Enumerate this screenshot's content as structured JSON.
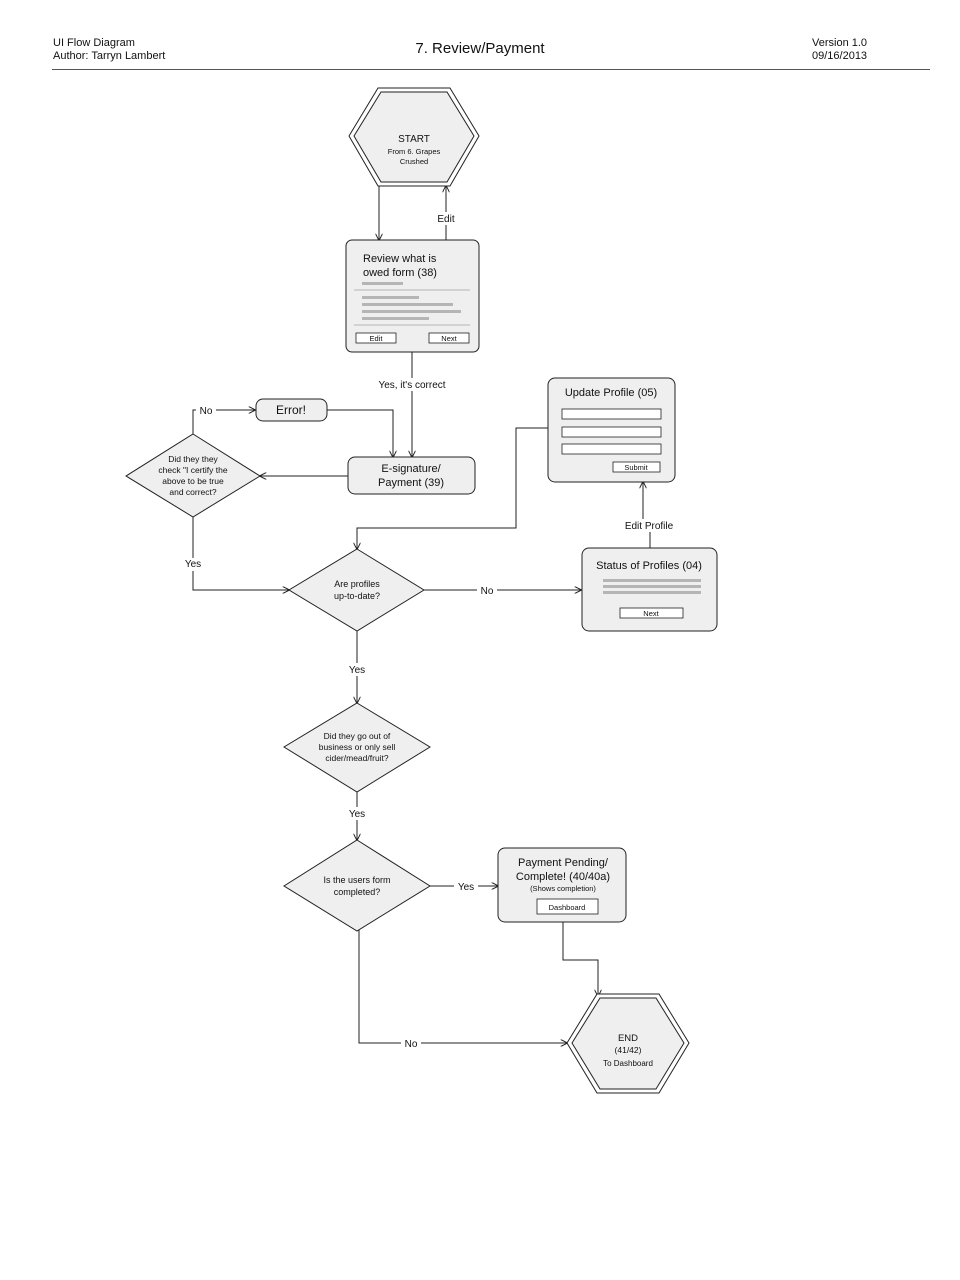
{
  "header": {
    "left_line1": "UI Flow Diagram",
    "left_line2": "Author: Tarryn Lambert",
    "title": "7. Review/Payment",
    "right_line1": "Version 1.0",
    "right_line2": "09/16/2013"
  },
  "start": {
    "title": "START",
    "line1": "From  6. Grapes",
    "line2": "Crushed"
  },
  "review": {
    "line1": "Review what is",
    "line2": "owed form (38)",
    "edit_label": "Edit",
    "next_label": "Next"
  },
  "error": {
    "label": "Error!"
  },
  "esig": {
    "line1": "E-signature/",
    "line2": "Payment (39)"
  },
  "certify": {
    "line1": "Did they they",
    "line2": "check \"I certify the",
    "line3": "above to be true",
    "line4": "and correct?"
  },
  "profiles_q": {
    "line1": "Are profiles",
    "line2": "up-to-date?"
  },
  "update_profile": {
    "title": "Update Profile (05)",
    "submit_label": "Submit"
  },
  "status_profiles": {
    "title": "Status of Profiles (04)",
    "next_label": "Next"
  },
  "business_q": {
    "line1": "Did they go out of",
    "line2": "business or only sell",
    "line3": "cider/mead/fruit?"
  },
  "form_q": {
    "line1": "Is the users form",
    "line2": "completed?"
  },
  "payment": {
    "line1": "Payment Pending/",
    "line2": "Complete! (40/40a)",
    "line3": "(Shows completion)",
    "button_label": "Dashboard"
  },
  "end": {
    "title": "END",
    "line1": "(41/42)",
    "line2": "To Dashboard"
  },
  "labels": {
    "edit": "Edit",
    "yes_correct": "Yes, it's correct",
    "no_error": "No",
    "yes_certify": "Yes",
    "no_profiles": "No",
    "edit_profile": "Edit Profile",
    "yes_profiles": "Yes",
    "yes_business": "Yes",
    "yes_form": "Yes",
    "no_form": "No"
  },
  "colors": {
    "box_fill": "#efefef",
    "stroke": "#222222",
    "placeholder": "#b5b5b5"
  }
}
